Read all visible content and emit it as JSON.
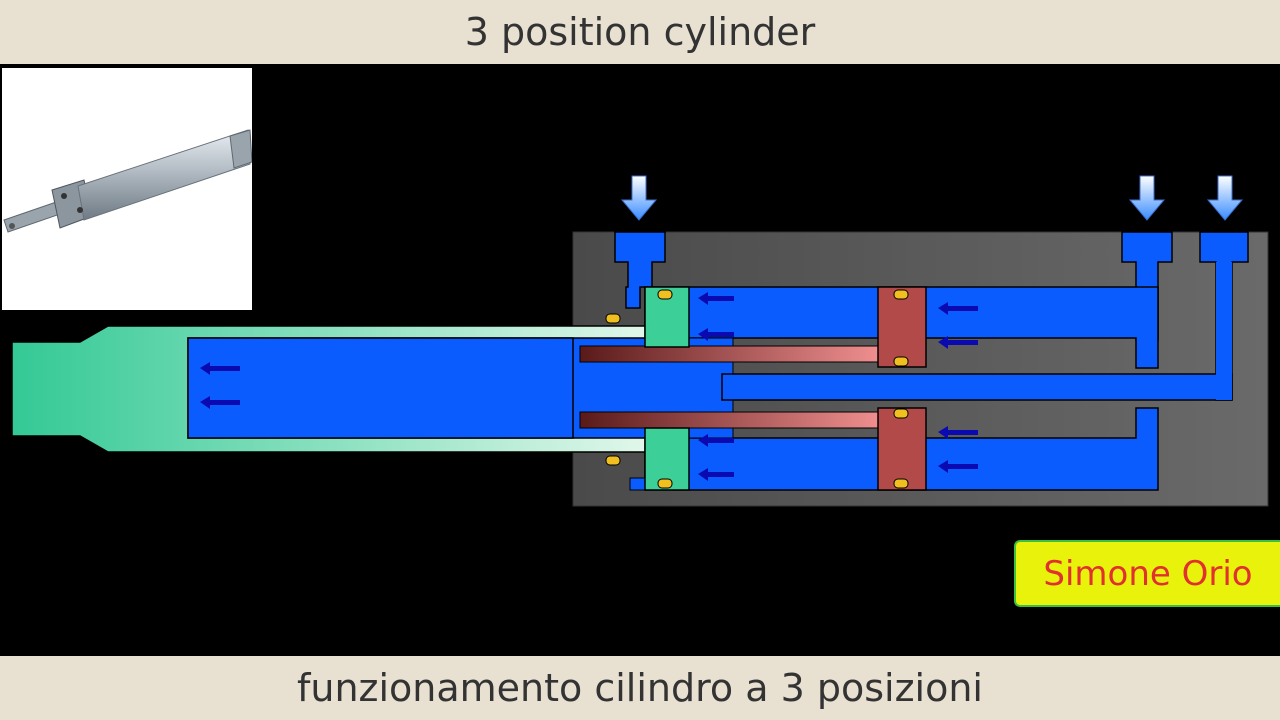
{
  "header": {
    "title": "3 position cylinder"
  },
  "footer": {
    "caption": "funzionamento cilindro a 3 posizioni"
  },
  "author": {
    "name": "Simone Orio"
  },
  "colors": {
    "title_bar_bg": "#e8e1d2",
    "housing": "#555555",
    "fluid": "#0a5cff",
    "piston_rod_green": "#3ccf98",
    "red_piston": "#b24a4a",
    "flow_arrow": "#0a0ab0",
    "seal": "#f0c020",
    "author_badge_bg": "#e8f20a",
    "author_text": "#e03030"
  },
  "icons": [
    "cylinder-photo",
    "inlet-arrow-icon",
    "flow-arrow-icon",
    "seal-icon"
  ]
}
